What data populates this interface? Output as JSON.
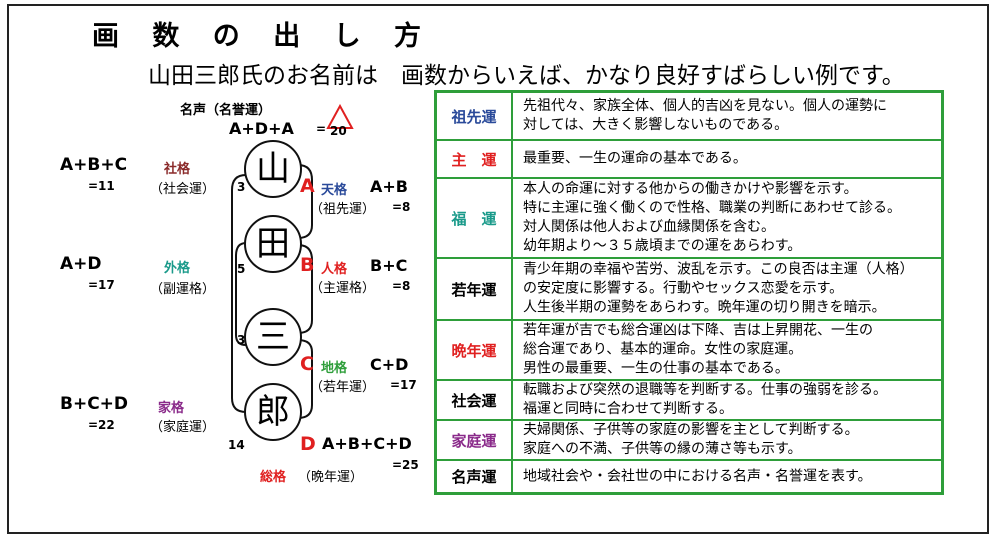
{
  "title": "画 数 の 出 し 方",
  "subtitle": "山田三郎氏のお名前は　画数からいえば、かなり良好すばらしい例です。",
  "colors": {
    "red": "#e02020",
    "blue": "#2a4a9a",
    "teal": "#1a9a8a",
    "purple": "#8a2a8a",
    "green": "#2e9e3a"
  },
  "name_chars": [
    "山",
    "田",
    "三",
    "郎"
  ],
  "letters": [
    "A",
    "B",
    "C",
    "D"
  ],
  "stroke_counts": {
    "a": "3",
    "b": "5",
    "c": "3",
    "d": "14"
  },
  "meisei": {
    "label": "名声（名誉運）",
    "formula": "A+D+A",
    "eq": "=",
    "value": "20"
  },
  "shakaku": {
    "formula": "A+B+C",
    "value": "=11",
    "name": "社格",
    "sub": "（社会運）"
  },
  "gaikaku": {
    "formula": "A+D",
    "value": "=17",
    "name": "外格",
    "sub": "（副運格）"
  },
  "kakaku": {
    "formula": "B+C+D",
    "value": "=22",
    "name": "家格",
    "sub": "（家庭運）"
  },
  "tenkaku": {
    "name": "天格",
    "sub": "（祖先運）",
    "formula": "A+B",
    "value": "=8"
  },
  "jinkaku": {
    "name": "人格",
    "sub": "（主運格）",
    "formula": "B+C",
    "value": "=8"
  },
  "chikaku": {
    "name": "地格",
    "sub": "（若年運）",
    "formula": "C+D",
    "value": "=17"
  },
  "soukaku": {
    "name": "総格",
    "sub": "（晩年運）",
    "formula": "A+B+C+D",
    "value": "=25"
  },
  "table": [
    {
      "label": "祖先運",
      "color": "#2a4a9a",
      "lines": [
        "先祖代々、家族全体、個人的吉凶を見ない。個人の運勢に",
        "対しては、大きく影響しないものである。"
      ]
    },
    {
      "label": "主　運",
      "color": "#e02020",
      "lines": [
        "最重要、一生の運命の基本である。"
      ]
    },
    {
      "label": "福　運",
      "color": "#1a9a8a",
      "lines": [
        "本人の命運に対する他からの働きかけや影響を示す。",
        "特に主運に強く働くので性格、職業の判断にあわせて診る。",
        "対人関係は他人および血縁関係を含む。",
        "幼年期より～３５歳頃までの運をあらわす。"
      ]
    },
    {
      "label": "若年運",
      "color": "#000000",
      "lines": [
        "青少年期の幸福や苦労、波乱を示す。この良否は主運（人格）",
        "の安定度に影響する。行動やセックス恋愛を示す。",
        "人生後半期の運勢をあらわす。晩年運の切り開きを暗示。"
      ]
    },
    {
      "label": "晩年運",
      "color": "#e02020",
      "lines": [
        "若年運が吉でも総合運凶は下降、吉は上昇開花、一生の",
        "総合運であり、基本的運命。女性の家庭運。",
        "男性の最重要、一生の仕事の基本である。"
      ]
    },
    {
      "label": "社会運",
      "color": "#000000",
      "lines": [
        "転職および突然の退職等を判断する。仕事の強弱を診る。",
        "福運と同時に合わせて判断する。"
      ]
    },
    {
      "label": "家庭運",
      "color": "#8a2a8a",
      "lines": [
        "夫婦関係、子供等の家庭の影響を主として判断する。",
        "家庭への不満、子供等の縁の薄さ等も示す。"
      ]
    },
    {
      "label": "名声運",
      "color": "#000000",
      "lines": [
        "地域社会や・会社世の中における名声・名誉運を表す。"
      ]
    }
  ]
}
